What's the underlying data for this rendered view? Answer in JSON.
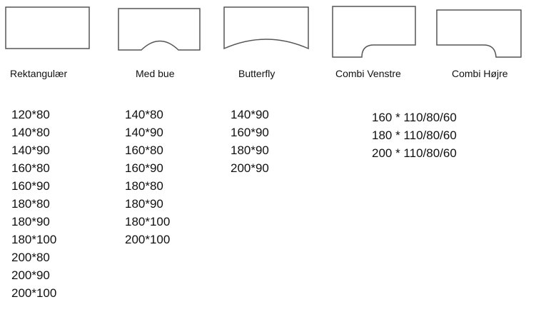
{
  "shapes": [
    {
      "label": "Rektangulær",
      "sizes": [
        "120*80",
        "140*80",
        "140*90",
        "160*80",
        "160*90",
        "180*80",
        "180*90",
        "180*100",
        "200*80",
        "200*90",
        "200*100"
      ]
    },
    {
      "label": "Med bue",
      "sizes": [
        "140*80",
        "140*90",
        "160*80",
        "160*90",
        "180*80",
        "180*90",
        "180*100",
        "200*100"
      ]
    },
    {
      "label": "Butterfly",
      "sizes": [
        "140*90",
        "160*90",
        "180*90",
        "200*90"
      ]
    },
    {
      "label": "Combi Venstre"
    },
    {
      "label": "Combi Højre"
    }
  ],
  "combi_sizes": [
    "160 * 110/80/60",
    "180 * 110/80/60",
    "200 * 110/80/60"
  ]
}
